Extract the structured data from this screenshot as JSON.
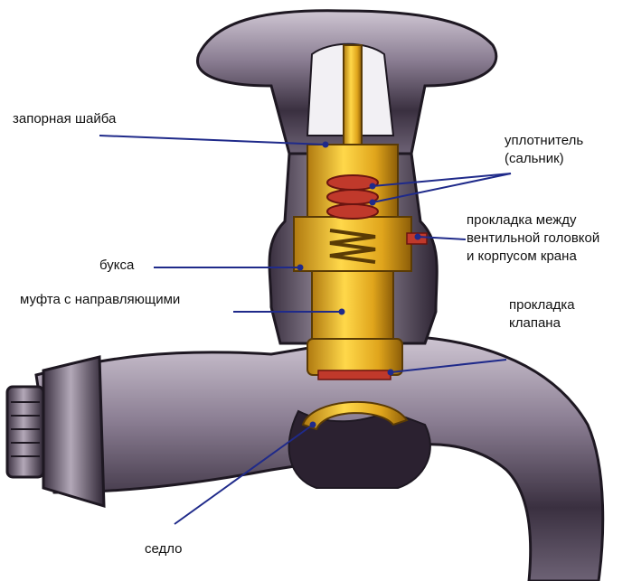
{
  "diagram": {
    "labels": {
      "lock_washer": "запорная шайба",
      "seal": "уплотнитель\n(сальник)",
      "head_gasket": "прокладка между\nвентильной головкой\nи корпусом крана",
      "bushing": "букса",
      "guide_coupling": "муфта с направляющими",
      "valve_gasket": "прокладка\nклапана",
      "seat": "седло"
    },
    "colors": {
      "leader_line": "#1f2a8a",
      "body_metal": "#6e6276",
      "body_dark": "#2b2130",
      "brass": "#e8b52a",
      "gasket_red": "#c0392b"
    }
  }
}
